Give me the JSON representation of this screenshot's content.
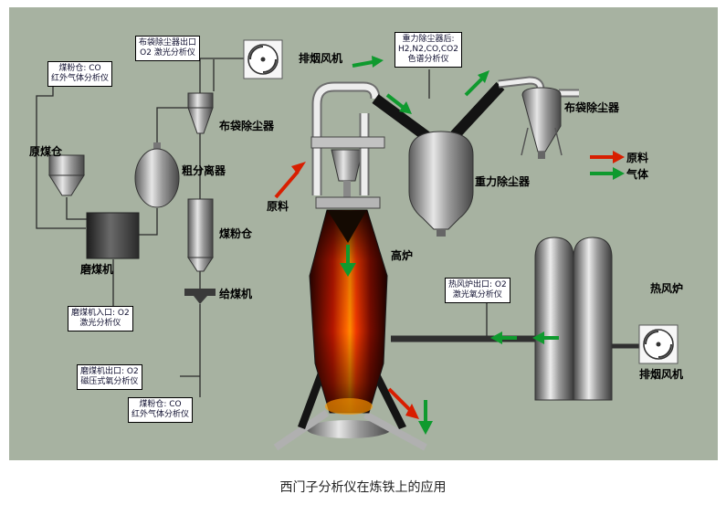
{
  "caption": "西门子分析仪在炼铁上的应用",
  "legend": {
    "material": "原料",
    "gas": "气体"
  },
  "boxes": {
    "pf_bunker_top": {
      "line1": "煤粉仓: CO",
      "line2": "红外气体分析仪"
    },
    "bag_outlet": {
      "line1": "布袋除尘器出口",
      "line2": "O2 激光分析仪"
    },
    "gravity_after": {
      "line1": "重力除尘器后:",
      "line2": "H2,N2,CO,CO2",
      "line3": "色谱分析仪"
    },
    "mill_inlet": {
      "line1": "磨煤机入口: O2",
      "line2": "激光分析仪"
    },
    "mill_outlet": {
      "line1": "磨煤机出口: O2",
      "line2": "磁压式氧分析仪"
    },
    "pf_bunker_bottom": {
      "line1": "煤粉仓: CO",
      "line2": "红外气体分析仪"
    },
    "stove_outlet": {
      "line1": "热风炉出口: O2",
      "line2": "激光氧分析仪"
    }
  },
  "labels": {
    "raw_coal_bunker": "原煤仓",
    "coal_mill": "磨煤机",
    "coarse_separator": "粗分离器",
    "bag_filter_left": "布袋除尘器",
    "exhaust_fan_top": "排烟风机",
    "coal_powder_bunker": "煤粉仓",
    "coal_feeder": "给煤机",
    "raw_material": "原料",
    "blast_furnace": "高炉",
    "gravity_collector": "重力除尘器",
    "bag_filter_right": "布袋除尘器",
    "hot_blast_stove": "热风炉",
    "exhaust_fan_right": "排烟风机"
  },
  "colors": {
    "background": "#a7b2a1",
    "material_arrow": "#d81e00",
    "gas_arrow": "#0f9a2e",
    "furnace_glow": "#ff6a00"
  }
}
